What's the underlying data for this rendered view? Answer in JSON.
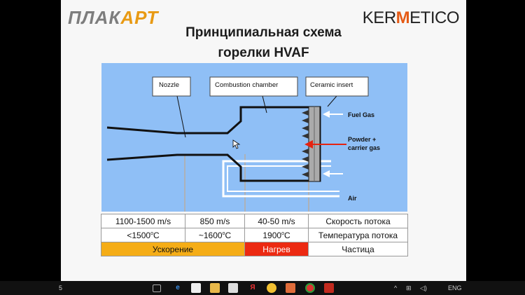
{
  "logos": {
    "left_part1": "ПЛАК",
    "left_part2": "АРТ",
    "right_part1": "KER",
    "right_part2": "M",
    "right_part3": "ETICO"
  },
  "title_line1": "Принципиальная схема",
  "title_line2": "горелки HVAF",
  "diagram": {
    "background": "#8fbff6",
    "labels": {
      "nozzle": "Nozzle",
      "combustion": "Combustion chamber",
      "ceramic": "Ceramic insert"
    },
    "side_labels": {
      "fuel": "Fuel Gas",
      "powder1": "Powder +",
      "powder2": "carrier gas",
      "air": "Air"
    }
  },
  "table": {
    "row1": [
      "1100-1500 m/s",
      "850 m/s",
      "40-50 m/s",
      "Скорость потока"
    ],
    "row2_vals": [
      "<1500",
      "~1600",
      "1900"
    ],
    "row2_unit": "o",
    "row2_C": "C",
    "row2_label": "Температура потока",
    "row3": [
      "Ускорение",
      "Нагрев",
      "Частица"
    ],
    "colors": {
      "orange": "#f5ad17",
      "red": "#ec2a12"
    }
  },
  "taskbar": {
    "left_text": "5",
    "icons": [
      "task-view-icon",
      "edge-icon",
      "store-icon",
      "explorer-icon",
      "file-icon",
      "yandex-y-icon",
      "yandex-browser-icon",
      "presentation-icon",
      "chrome-icon",
      "pdf-icon"
    ],
    "tray": [
      "^",
      "⊞",
      "◁)",
      "ENG"
    ]
  }
}
